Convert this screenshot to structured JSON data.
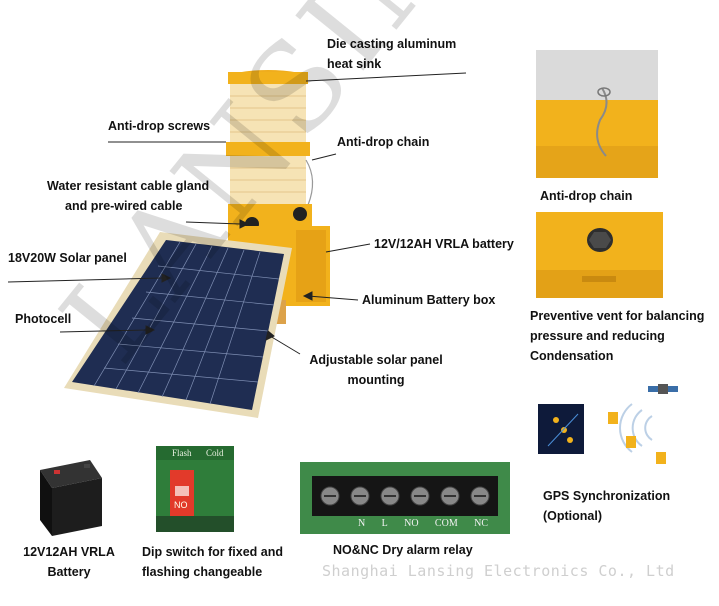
{
  "labels": {
    "heat_sink": [
      "Die casting aluminum",
      "heat sink"
    ],
    "anti_drop_screws": "Anti-drop screws",
    "anti_drop_chain": "Anti-drop chain",
    "cable_gland": [
      "Water resistant cable gland",
      "and pre-wired cable"
    ],
    "solar_panel": "18V20W Solar panel",
    "vrla_battery": "12V/12AH VRLA battery",
    "battery_box": "Aluminum Battery box",
    "photocell": "Photocell",
    "mounting": [
      "Adjustable solar panel",
      "mounting"
    ],
    "inset_chain": "Anti-drop chain",
    "vent": [
      "Preventive vent for balancing",
      "pressure and reducing",
      "Condensation"
    ],
    "gps": [
      "GPS Synchronization",
      "(Optional)"
    ],
    "battery": [
      "12V12AH VRLA",
      "Battery"
    ],
    "dip": [
      "Dip switch for fixed and",
      "flashing changeable"
    ],
    "relay": "NO&NC Dry alarm relay"
  },
  "dip_photo": {
    "flash": "Flash",
    "cold": "Cold",
    "no": "NO"
  },
  "relay_photo": {
    "terminals": [
      "N",
      "L",
      "NO",
      "COM",
      "NC"
    ]
  },
  "watermark": "LANSING",
  "footer": "Shanghai Lansing Electronics Co., Ltd",
  "colors": {
    "amber": "#f2b21c",
    "panel": "#1f2d52",
    "frame": "#e9dcb8",
    "pcb": "#2f7d3a"
  }
}
